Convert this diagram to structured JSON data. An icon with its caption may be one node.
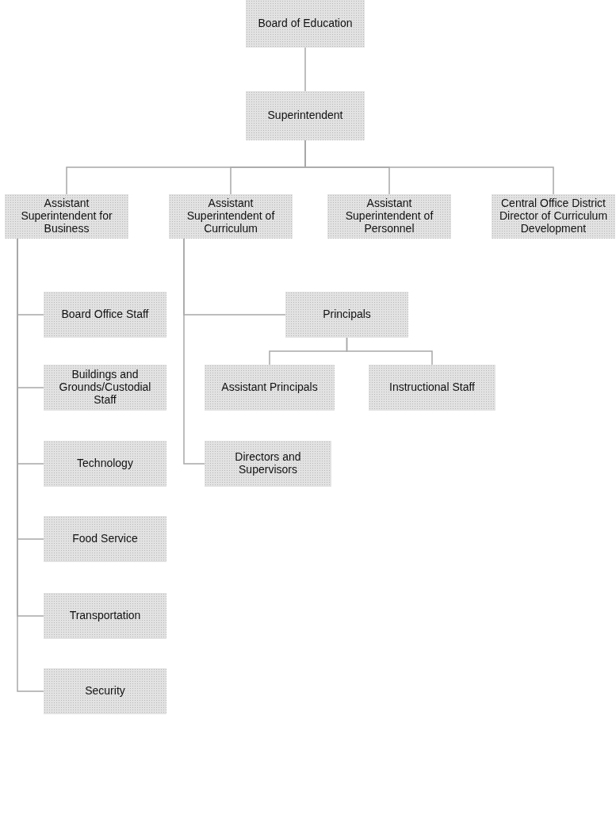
{
  "diagram": {
    "nodes": [
      {
        "text": [
          "Board of Education"
        ]
      },
      {
        "text": [
          "Superintendent"
        ]
      },
      {
        "text": [
          "Assistant Superintendent for Business"
        ]
      },
      {
        "text": [
          "Assistant Superintendent of Curriculum"
        ]
      },
      {
        "text": [
          "Assistant Superintendent of Personnel"
        ]
      },
      {
        "text": [
          "Central Office District Director of Curriculum Development"
        ]
      },
      {
        "text": [
          "Board Office Staff"
        ]
      },
      {
        "text": [
          "Buildings and Grounds/Custodial Staff"
        ]
      },
      {
        "text": [
          "Technology"
        ]
      },
      {
        "text": [
          "Food Service"
        ]
      },
      {
        "text": [
          "Transportation"
        ]
      },
      {
        "text": [
          "Security"
        ]
      },
      {
        "text": [
          "Principals"
        ]
      },
      {
        "text": [
          "Assistant Principals"
        ]
      },
      {
        "text": [
          "Instructional Staff"
        ]
      },
      {
        "text": [
          "Directors and Supervisors"
        ]
      }
    ],
    "edges": [
      {
        "from": 0,
        "to": 1,
        "arrow": "none"
      },
      {
        "from": 1,
        "to": 2,
        "arrow": "none"
      },
      {
        "from": 1,
        "to": 3,
        "arrow": "none"
      },
      {
        "from": 1,
        "to": 4,
        "arrow": "none"
      },
      {
        "from": 1,
        "to": 5,
        "arrow": "none"
      },
      {
        "from": 2,
        "to": 6,
        "arrow": "none"
      },
      {
        "from": 2,
        "to": 7,
        "arrow": "none"
      },
      {
        "from": 2,
        "to": 8,
        "arrow": "none"
      },
      {
        "from": 2,
        "to": 9,
        "arrow": "none"
      },
      {
        "from": 2,
        "to": 10,
        "arrow": "none"
      },
      {
        "from": 2,
        "to": 11,
        "arrow": "none"
      },
      {
        "from": 3,
        "to": 12,
        "arrow": "none"
      },
      {
        "from": 3,
        "to": 15,
        "arrow": "none"
      },
      {
        "from": 12,
        "to": 13,
        "arrow": "none"
      },
      {
        "from": 12,
        "to": 14,
        "arrow": "none"
      }
    ]
  }
}
